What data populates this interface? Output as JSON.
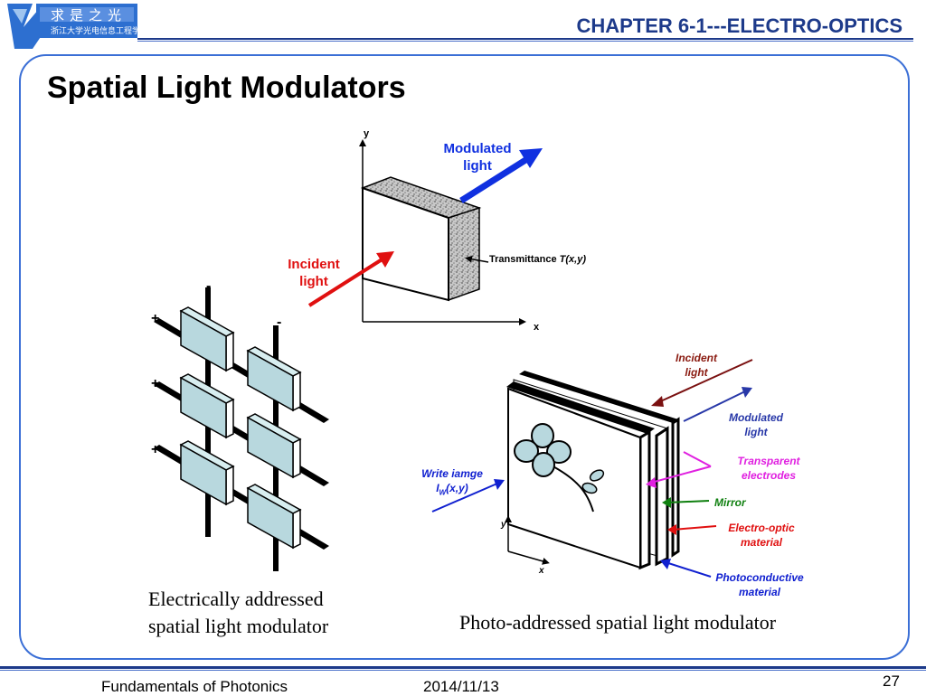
{
  "header": {
    "chapter_title": "CHAPTER 6-1---ELECTRO-OPTICS",
    "logo_text_top": "求是之光",
    "logo_text_bottom": "浙江大学光电信息工程学系"
  },
  "slide": {
    "title": "Spatial Light Modulators"
  },
  "top_diagram": {
    "axis_y": "y",
    "axis_x": "x",
    "modulated_light": [
      "Modulated",
      "light"
    ],
    "incident_light": [
      "Incident",
      "light"
    ],
    "transmittance_label": "Transmittance ",
    "transmittance_func": "T(x,y)"
  },
  "left_diagram": {
    "minus_signs": [
      "-",
      "-"
    ],
    "plus_signs": [
      "+",
      "+",
      "+"
    ],
    "caption_lines": [
      "Electrically addressed",
      "spatial light modulator"
    ]
  },
  "right_diagram": {
    "incident_light": [
      "Incident",
      "light"
    ],
    "modulated_light": [
      "Modulated",
      "light"
    ],
    "transparent_electrodes": [
      "Transparent",
      "electrodes"
    ],
    "mirror": "Mirror",
    "electro_optic": [
      "Electro-optic",
      "material"
    ],
    "photoconductive": [
      "Photoconductive",
      "material"
    ],
    "write_image": "Write iamge",
    "write_func_I": "I",
    "write_func_sub": "W",
    "write_func_rest": "(x,y)",
    "axis_y": "y",
    "axis_x": "x",
    "caption": "Photo-addressed spatial light modulator"
  },
  "footer": {
    "book": "Fundamentals of Photonics",
    "date": "2014/11/13",
    "page": "27"
  },
  "colors": {
    "header_blue": "#1d3a8a",
    "modulated_blue": "#1030e0",
    "incident_red": "#e01010",
    "incident_brown": "#7a1010",
    "electrode_magenta": "#e020e0",
    "mirror_green": "#108010",
    "photoconductive_blue": "#1020d0"
  }
}
